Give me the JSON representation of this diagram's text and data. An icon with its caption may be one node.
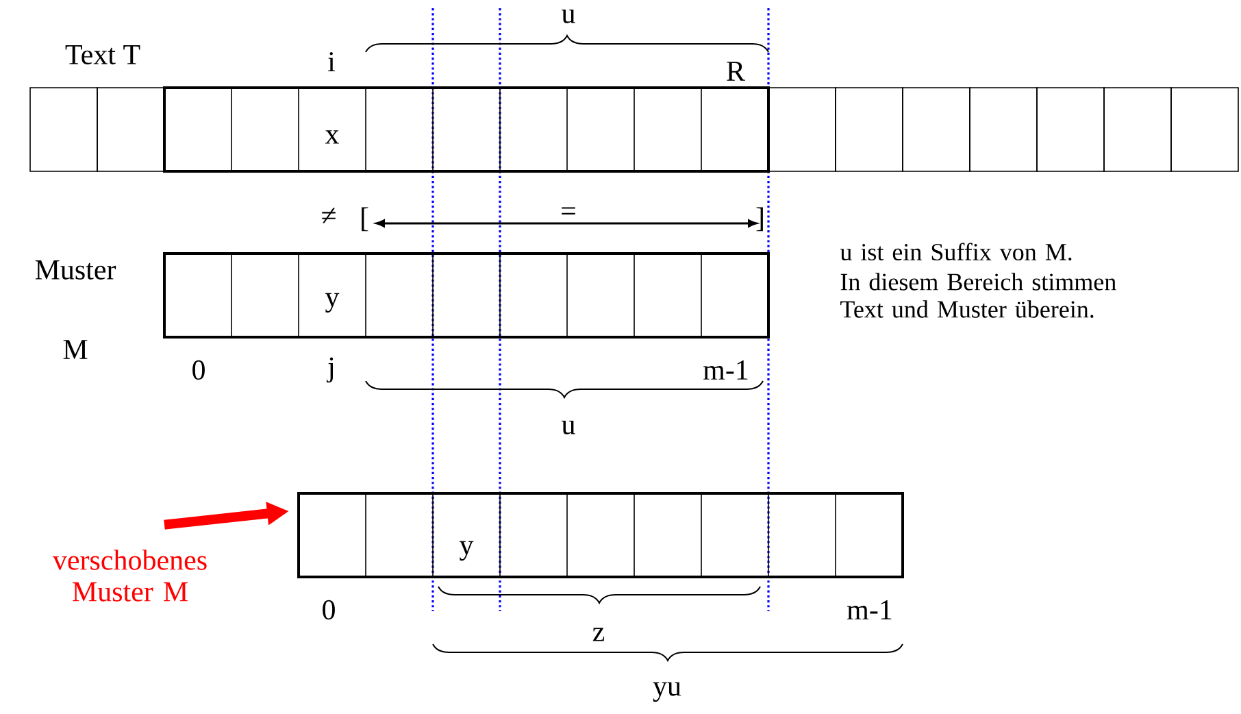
{
  "diagram": {
    "nodes": [
      {
        "text": [
          "x"
        ]
      },
      {
        "text": [
          "y"
        ]
      },
      {
        "text": [
          "verschobenes Muster M"
        ]
      },
      {
        "text": [
          "y"
        ]
      }
    ],
    "edges": [
      {
        "from": 2,
        "to": 3,
        "arrow": "to",
        "color": "#ff0000"
      }
    ],
    "labels": [
      "u",
      "Text T",
      "i",
      "R",
      "≠",
      "[",
      "=",
      "]",
      "Muster",
      "u ist  ein Suffix von M.",
      "In diesem Bereich stimmen Text und Muster überein.",
      "M",
      "0",
      "j",
      "m-1",
      "u",
      "0",
      "m-1",
      "z",
      "yu"
    ]
  }
}
